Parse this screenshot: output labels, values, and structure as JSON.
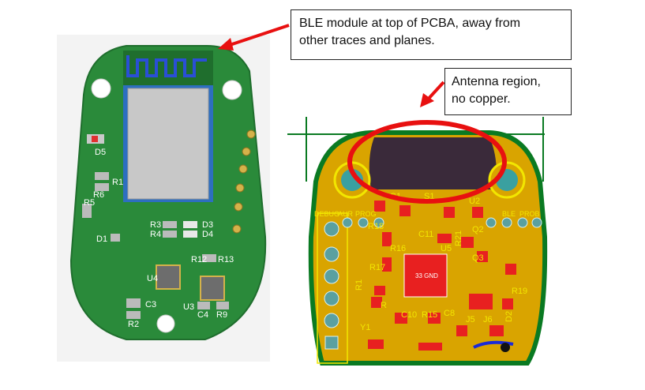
{
  "callouts": {
    "ble_module": {
      "line1": "BLE module at top of PCBA, away from",
      "line2": "other traces and planes."
    },
    "antenna": {
      "line1": "Antenna region,",
      "line2": "no copper."
    }
  },
  "left_board": {
    "refdes": [
      "D5",
      "R1",
      "R6",
      "R5",
      "D1",
      "R3",
      "D3",
      "R4",
      "D4",
      "R12",
      "R13",
      "U4",
      "C3",
      "U3",
      "C4",
      "R9",
      "R2"
    ],
    "colors": {
      "board": "#2a8a3a",
      "board_dark": "#1f6e2d",
      "module_shield": "#c8c8c8",
      "antenna_trace": "#2a4fd6"
    }
  },
  "right_board": {
    "refdes": [
      "C1",
      "S1",
      "U2",
      "DEBUG",
      "AUR",
      "PROG",
      "BLE",
      "PROB",
      "R18",
      "C11",
      "R21",
      "Q2",
      "R16",
      "U5",
      "Q3",
      "R17",
      "R1",
      "33 GND",
      "R",
      "C10",
      "R15",
      "C8",
      "J5",
      "J6",
      "R19",
      "Y1",
      "D2"
    ],
    "colors": {
      "copper": "#d9a400",
      "pad_red": "#e82020",
      "board_green": "#0a7a22",
      "keepout": "#3a2a3a"
    }
  },
  "annotation_colors": {
    "arrow": "#e81010",
    "ellipse": "#e81010"
  }
}
